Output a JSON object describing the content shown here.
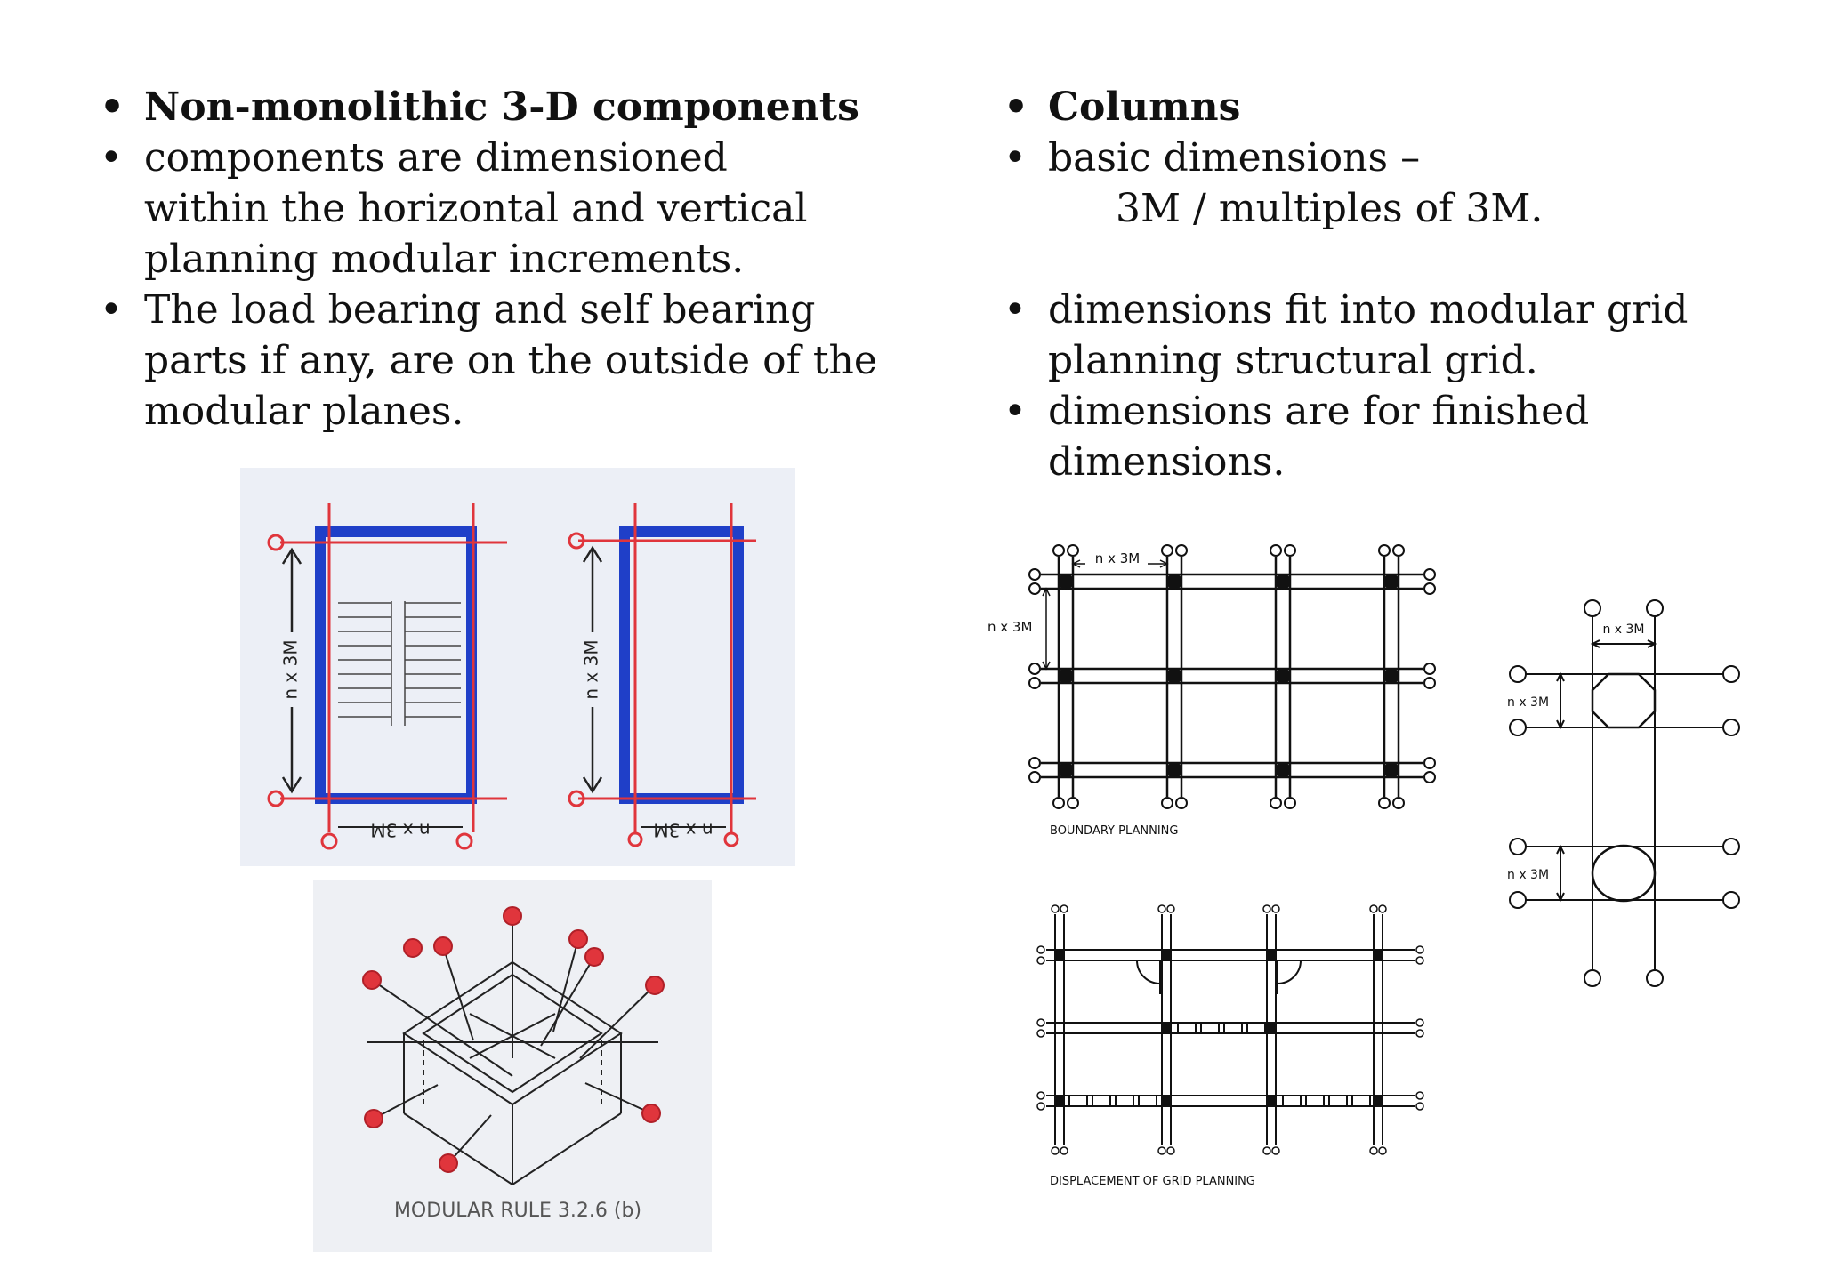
{
  "left": {
    "bullets": [
      {
        "text": "Non-monolithic 3-D components",
        "bold": true
      },
      {
        "text": "components are dimensioned\nwithin the horizontal and vertical\nplanning modular increments.",
        "bold": false
      },
      {
        "text": "The load bearing and self bearing\nparts if any, are on the outside of the\nmodular planes.",
        "bold": false
      }
    ]
  },
  "right": {
    "bullets": [
      {
        "text": "Columns",
        "bold": true
      },
      {
        "text": "basic dimensions –",
        "bold": false,
        "continuation": "3M / multiples of 3M."
      },
      {
        "text": "dimensions fit into modular grid\nplanning structural grid.",
        "bold": false
      },
      {
        "text": "dimensions are for finished\ndimensions.",
        "bold": false
      }
    ]
  },
  "figures": {
    "stair_dim_vertical": "n x 3M",
    "stair_dim_horizontal": "n x 3M",
    "modular_rule_caption": "MODULAR RULE 3.2.6 (b)",
    "grid_dim_label": "n x 3M",
    "boundary_caption": "BOUNDARY PLANNING",
    "displacement_caption": "DISPLACEMENT OF GRID PLANNING",
    "column_dim_label": "n x 3M"
  },
  "colors": {
    "blue": "#1f3fc8",
    "red": "#e0353c",
    "ink": "#111111"
  }
}
